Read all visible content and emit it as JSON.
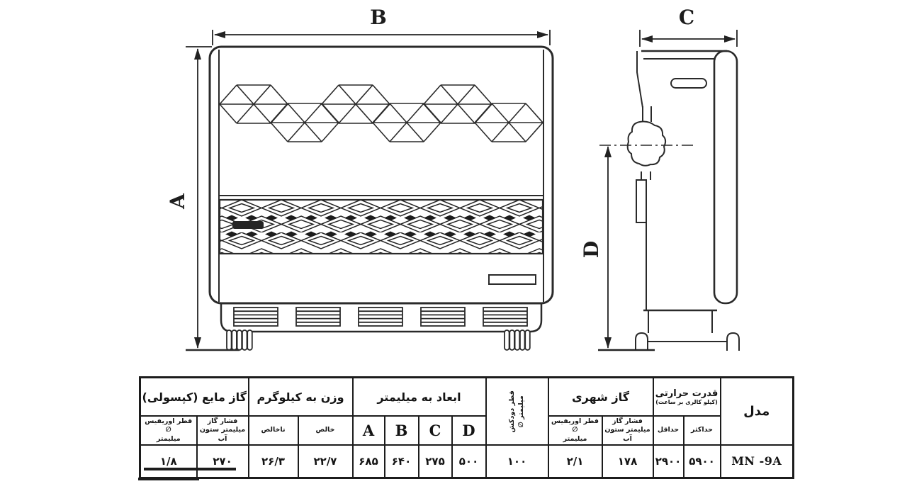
{
  "drawing": {
    "dim_width": "B",
    "dim_height": "A",
    "dim_depth": "C",
    "dim_valve_height": "D"
  },
  "table": {
    "lpg": {
      "title": "گاز مایع (کپسولی)",
      "orifice_header": "قطر اوریفیس ∅\nمیلیمتر",
      "pressure_header": "فشار گاز\nمیلیمتر ستون آب",
      "orifice_value": "۱/۸",
      "pressure_value": "۲۷۰"
    },
    "weight": {
      "title": "وزن به کیلوگرم",
      "gross_header": "ناخالص",
      "net_header": "خالص",
      "gross_value": "۲۶/۳",
      "net_value": "۲۲/۷"
    },
    "dims": {
      "title": "ابعاد به میلیمتر",
      "a_header": "A",
      "b_header": "B",
      "c_header": "C",
      "d_header": "D",
      "a_value": "۶۸۵",
      "b_value": "۶۴۰",
      "c_value": "۲۷۵",
      "d_value": "۵۰۰"
    },
    "chimney": {
      "header": "قطر دودکش\nمیلیمتر ∅",
      "value": "۱۰۰"
    },
    "city": {
      "title": "گاز شهری",
      "orifice_header": "قطر اوریفیس ∅\nمیلیمتر",
      "pressure_header": "فشار گاز\nمیلیمتر ستون آب",
      "orifice_value": "۲/۱",
      "pressure_value": "۱۷۸"
    },
    "power": {
      "title": "قدرت حرارتی",
      "subtitle": "(کیلو کالری بر ساعت)",
      "min_header": "حداقل",
      "max_header": "حداکثر",
      "min_value": "۲۹۰۰",
      "max_value": "۵۹۰۰"
    },
    "model": {
      "title": "مدل",
      "value": "MN -9A"
    }
  },
  "colors": {
    "accent_red": "#d81f26",
    "line": "#2a2a2a"
  }
}
